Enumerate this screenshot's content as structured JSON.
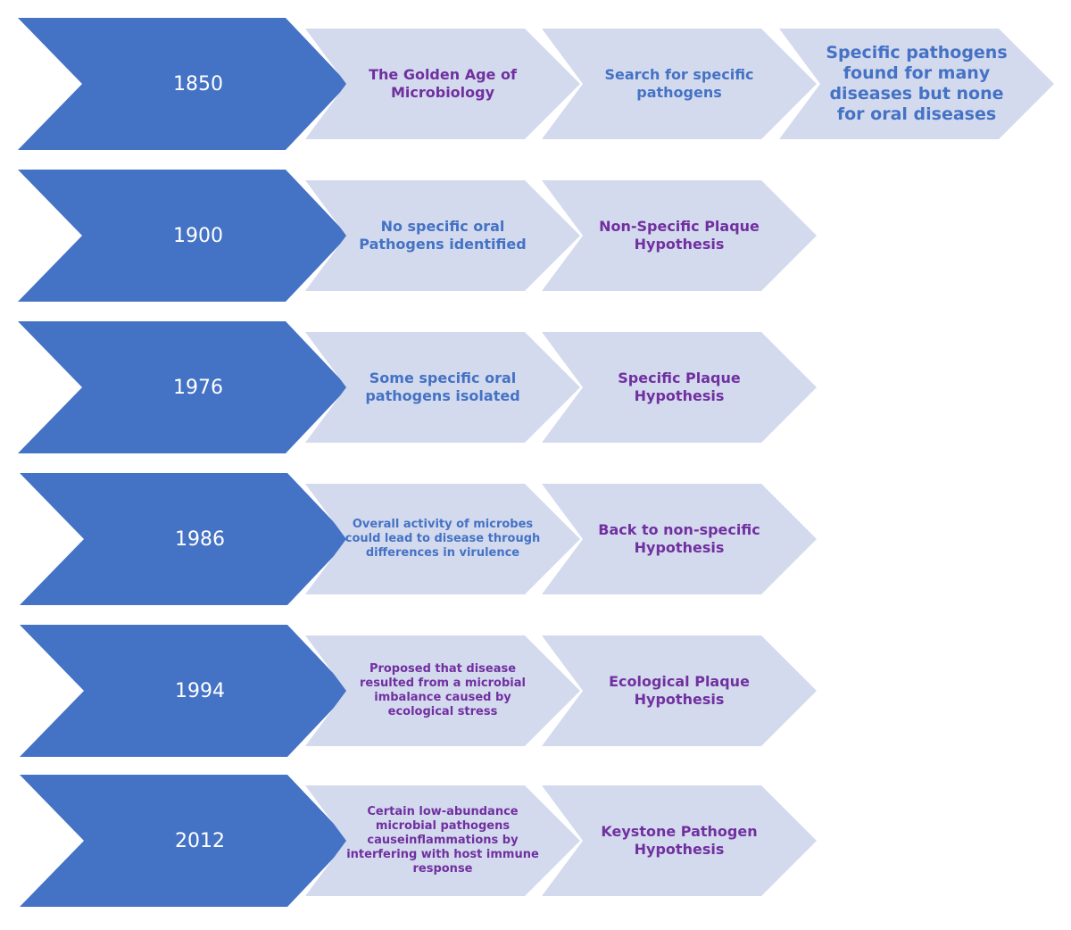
{
  "colors": {
    "year_fill": "#4472c4",
    "step_fill": "#d4daee",
    "blue_text": "#4472c4",
    "purple_text": "#7030a0"
  },
  "rows": [
    {
      "year": "1850",
      "steps": [
        {
          "text": "The Golden Age of Microbiology",
          "color": "purple",
          "size": "md"
        },
        {
          "text": "Search for specific pathogens",
          "color": "blue",
          "size": "md"
        },
        {
          "text": "Specific pathogens found for many diseases but none for oral diseases",
          "color": "blue",
          "size": "lg"
        }
      ]
    },
    {
      "year": "1900",
      "steps": [
        {
          "text": "No specific oral Pathogens identified",
          "color": "blue",
          "size": "md"
        },
        {
          "text": "Non-Specific Plaque Hypothesis",
          "color": "purple",
          "size": "md"
        }
      ]
    },
    {
      "year": "1976",
      "steps": [
        {
          "text": "Some specific oral pathogens isolated",
          "color": "blue",
          "size": "md"
        },
        {
          "text": "Specific Plaque Hypothesis",
          "color": "purple",
          "size": "md"
        }
      ]
    },
    {
      "year": "1986",
      "steps": [
        {
          "text": "Overall activity of microbes could lead to disease through differences in virulence",
          "color": "blue",
          "size": "sm"
        },
        {
          "text": "Back to non-specific Hypothesis",
          "color": "purple",
          "size": "md"
        }
      ]
    },
    {
      "year": "1994",
      "steps": [
        {
          "text": "Proposed that disease resulted from a microbial imbalance caused by ecological stress",
          "color": "purple",
          "size": "sm"
        },
        {
          "text": "Ecological Plaque Hypothesis",
          "color": "purple",
          "size": "md"
        }
      ]
    },
    {
      "year": "2012",
      "steps": [
        {
          "text": "Certain low-abundance microbial pathogens causeinflammations by interfering with host immune response",
          "color": "purple",
          "size": "sm"
        },
        {
          "text": "Keystone Pathogen Hypothesis",
          "color": "purple",
          "size": "md"
        }
      ]
    }
  ]
}
